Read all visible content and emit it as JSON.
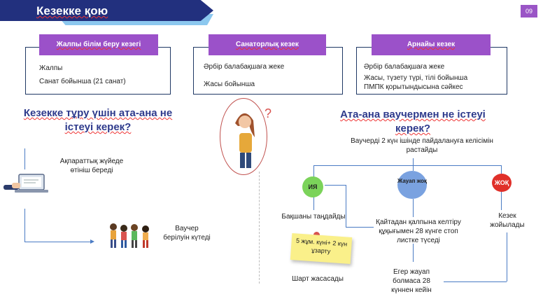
{
  "header": {
    "title": "Кезекке қою",
    "page_number": "09"
  },
  "categories": [
    {
      "title": "Жалпы білім беру кезегі",
      "lines": [
        "Жалпы",
        "Санат бойынша (21 санат)"
      ]
    },
    {
      "title": "Санаторлық кезек",
      "lines": [
        "Әрбір балабақшаға жеке",
        "Жасы бойынша"
      ]
    },
    {
      "title": "Арнайы кезек",
      "lines": [
        "Әрбір балабақшаға жеке",
        "Жасы, түзету түрі, тілі бойынша",
        "ПМПК қорытындысына сәйкес"
      ]
    }
  ],
  "left": {
    "heading": "Кезекке тұру үшін ата-ана не істеуі керек?",
    "step1": "Ақпараттық жүйеде өтініш береді",
    "step2": "Ваучер берілуін күтеді"
  },
  "right": {
    "heading": "Ата-ана ваучермен не істеуі керек?",
    "subheading": "Ваучерді 2 күн ішінде пайдалануға келісімін растайды",
    "yes": "ИЯ",
    "no_answer": "Жауап жоқ",
    "no": "ЖОҚ",
    "choose": "Бақшаны таңдайды",
    "note": "5 жұм. күні+ 2 күн ұзарту",
    "contract": "Шарт жасасады",
    "restore": "Қайтадан қалпына келтіру құқығымен 28 күнге стоп листке түседі",
    "if_no_answer": "Егер жауап болмаса 28 күннен кейін",
    "removed": "Кезек жойылады"
  },
  "colors": {
    "banner": "#22307e",
    "accent": "#9b51c9",
    "yes": "#7bd35a",
    "no_answer": "#7aa2e0",
    "no": "#e0302a",
    "note": "#faf08a"
  }
}
